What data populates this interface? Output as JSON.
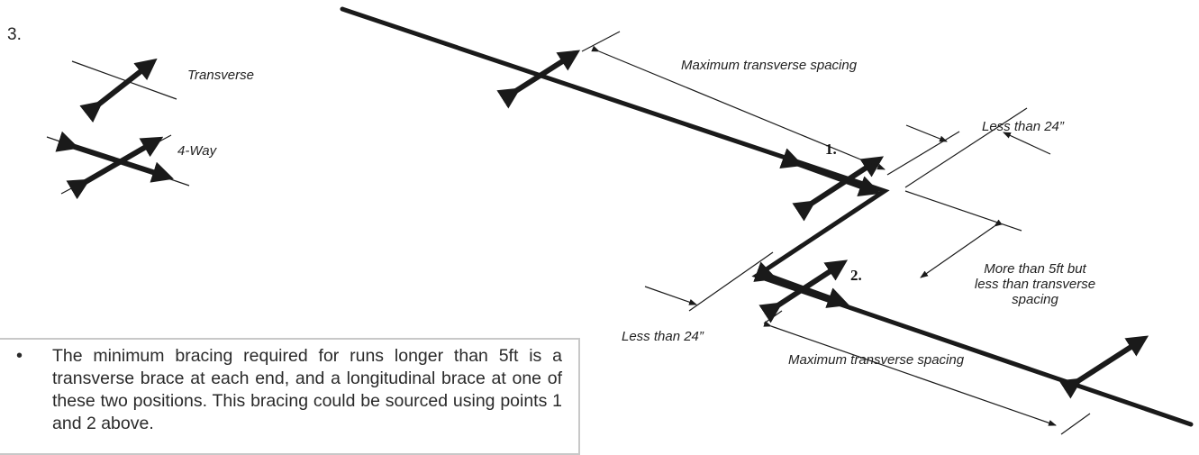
{
  "step_number": "3.",
  "legend": {
    "transverse_label": "Transverse",
    "four_way_label": "4-Way"
  },
  "annotations": {
    "max_spacing_top": "Maximum transverse spacing",
    "less_than_24_top": "Less than 24”",
    "point_1": "1.",
    "point_2": "2.",
    "more_than_5ft_line1": "More than 5ft but",
    "more_than_5ft_line2": "less than transverse",
    "more_than_5ft_line3": "spacing",
    "less_than_24_bottom": "Less than 24”",
    "max_spacing_bottom": "Maximum transverse spacing"
  },
  "note": {
    "text": "The minimum bracing required for runs longer than 5ft is a transverse brace at each end, and a longitudinal brace at one of these two positions. This bracing could be sourced using points 1 and 2 above."
  },
  "colors": {
    "pipe": "#1a1a1a",
    "box_border": "#c8c8c8"
  }
}
